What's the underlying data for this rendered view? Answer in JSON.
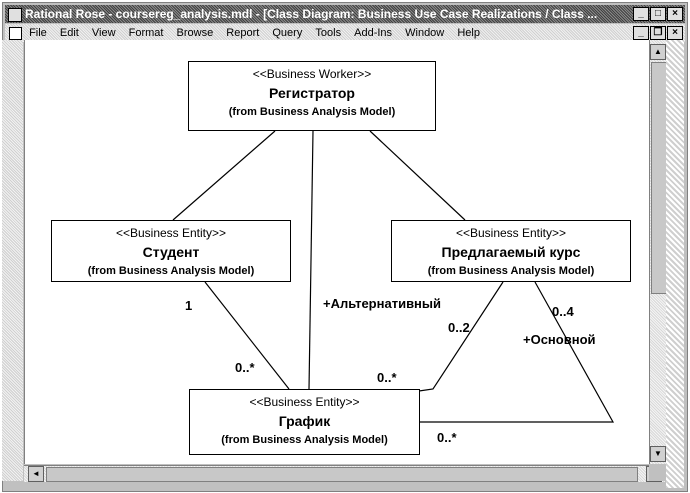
{
  "window": {
    "title": "Rational Rose - coursereg_analysis.mdl - [Class Diagram: Business Use Case Realizations / Class ...",
    "controls": {
      "minimize": "_",
      "maximize": "□",
      "close": "×"
    }
  },
  "menubar": {
    "items": [
      "File",
      "Edit",
      "View",
      "Format",
      "Browse",
      "Report",
      "Query",
      "Tools",
      "Add-Ins",
      "Window",
      "Help"
    ],
    "controls": {
      "minimize": "_",
      "restore": "❐",
      "close": "×"
    }
  },
  "diagram": {
    "classes": {
      "registrar": {
        "stereotype": "<<Business Worker>>",
        "name": "Регистратор",
        "from": "(from Business Analysis Model)"
      },
      "student": {
        "stereotype": "<<Business Entity>>",
        "name": "Студент",
        "from": "(from Business Analysis Model)"
      },
      "course": {
        "stereotype": "<<Business Entity>>",
        "name": "Предлагаемый курс",
        "from": "(from Business Analysis Model)"
      },
      "schedule": {
        "stereotype": "<<Business Entity>>",
        "name": "График",
        "from": "(from Business Analysis Model)"
      }
    },
    "labels": {
      "student_mult": "1",
      "schedule_mult_student": "0..*",
      "role_alternative": "+Альтернативный",
      "alt_mult_course": "0..2",
      "alt_mult_schedule": "0..*",
      "primary_mult_course": "0..4",
      "role_primary": "+Основной",
      "primary_mult_schedule": "0..*"
    }
  },
  "scroll": {
    "up": "▲",
    "down": "▼",
    "left": "◄",
    "right": "►"
  }
}
